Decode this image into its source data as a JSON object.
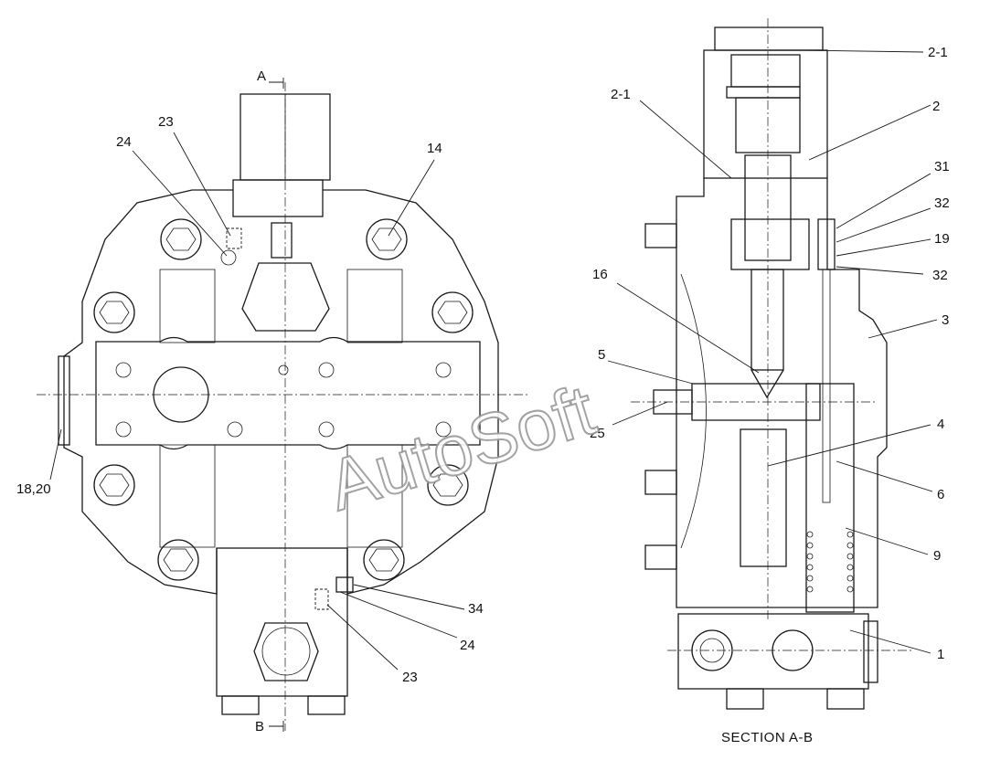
{
  "labels": {
    "section_marker_a": "A",
    "section_marker_b": "B",
    "front_23_top": "23",
    "front_24_top": "24",
    "front_14": "14",
    "front_18_20": "18,20",
    "front_34": "34",
    "front_24_bottom": "24",
    "front_23_bottom": "23",
    "sec_2_1_top": "2-1",
    "sec_2_1_left": "2-1",
    "sec_2": "2",
    "sec_31": "31",
    "sec_32_top": "32",
    "sec_19": "19",
    "sec_32_bottom": "32",
    "sec_16": "16",
    "sec_3": "3",
    "sec_5": "5",
    "sec_25": "25",
    "sec_4": "4",
    "sec_6": "6",
    "sec_9": "9",
    "sec_1": "1"
  },
  "caption": "SECTION A-B",
  "watermark": "AutoSoft"
}
